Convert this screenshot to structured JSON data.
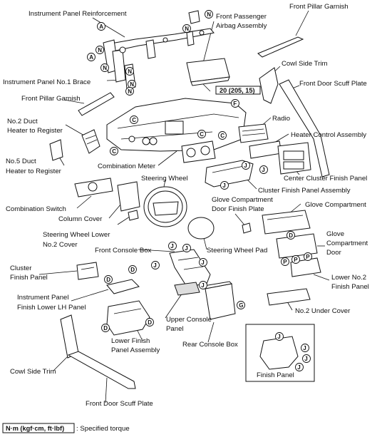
{
  "labels": {
    "instrument_panel_reinforcement": "Instrument Panel Reinforcement",
    "front_passenger_airbag_1": "Front Passenger",
    "front_passenger_airbag_2": "Airbag Assembly",
    "front_pillar_garnish_top": "Front Pillar Garnish",
    "cowl_side_trim_top": "Cowl Side Trim",
    "front_door_scuff_plate_top": "Front Door Scuff Plate",
    "instrument_panel_no1_brace": "Instrument Panel No.1 Brace",
    "front_pillar_garnish_left": "Front Pillar Garnish",
    "no2_duct_1": "No.2 Duct",
    "no2_duct_2": "Heater to Register",
    "radio": "Radio",
    "heater_control_assembly": "Heater Control Assembly",
    "no5_duct_1": "No.5 Duct",
    "no5_duct_2": "Heater to Register",
    "combination_meter": "Combination Meter",
    "center_cluster_finish_panel": "Center Cluster Finish Panel",
    "steering_wheel": "Steering Wheel",
    "cluster_finish_panel_assembly": "Cluster Finish Panel Assembly",
    "combination_switch": "Combination Switch",
    "column_cover": "Column Cover",
    "glove_compartment_door_finish_1": "Glove Compartment",
    "glove_compartment_door_finish_2": "Door Finish Plate",
    "glove_compartment": "Glove Compartment",
    "steering_wheel_lower_1": "Steering Wheel Lower",
    "steering_wheel_lower_2": "No.2 Cover",
    "glove_compartment_door_1": "Glove",
    "glove_compartment_door_2": "Compartment",
    "glove_compartment_door_3": "Door",
    "front_console_box": "Front Console Box",
    "steering_wheel_pad": "Steering Wheel Pad",
    "cluster_finish_panel_1": "Cluster",
    "cluster_finish_panel_2": "Finish Panel",
    "lower_no2_finish_panel_1": "Lower No.2",
    "lower_no2_finish_panel_2": "Finish Panel",
    "instrument_panel_finish_lower_lh_1": "Instrument Panel",
    "instrument_panel_finish_lower_lh_2": "Finish Lower LH Panel",
    "no2_under_cover": "No.2 Under Cover",
    "upper_console_panel_1": "Upper Console",
    "upper_console_panel_2": "Panel",
    "lower_finish_panel_assembly_1": "Lower Finish",
    "lower_finish_panel_assembly_2": "Panel Assembly",
    "rear_console_box": "Rear Console Box",
    "cowl_side_trim_bottom": "Cowl Side Trim",
    "finish_panel": "Finish Panel",
    "front_door_scuff_plate_bottom": "Front Door Scuff Plate"
  },
  "torque_spec": "20 (205, 15)",
  "legend": {
    "unit_box": "N·m (kgf·cm, ft·lbf)",
    "text": ": Specified torque"
  },
  "clip_letters": {
    "A": "A",
    "C": "C",
    "D": "D",
    "F": "F",
    "G": "G",
    "J": "J",
    "N": "N",
    "P": "P"
  }
}
